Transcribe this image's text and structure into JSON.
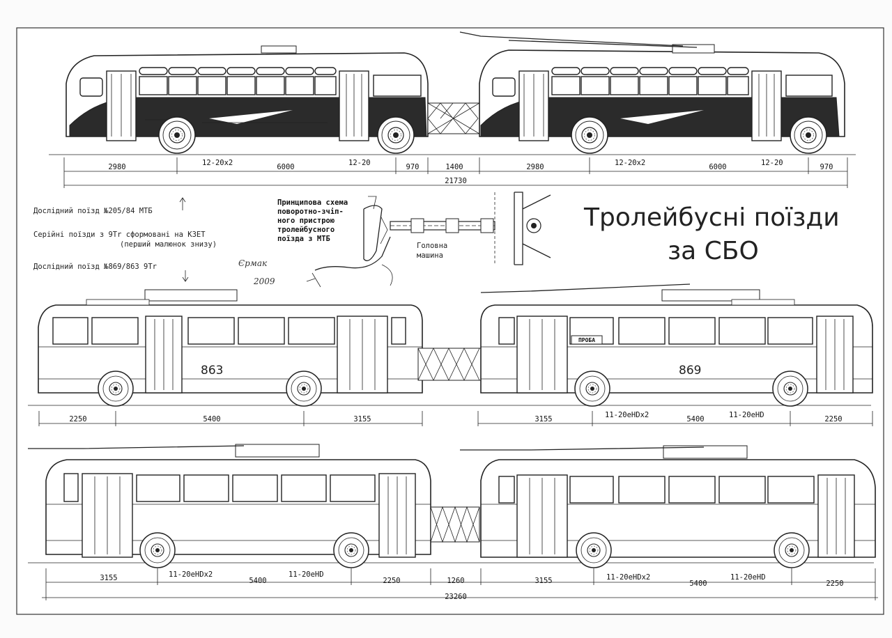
{
  "title": {
    "line1": "Тролейбусні поїзди",
    "line2": "за СБО"
  },
  "legend": {
    "item1": "Дослідний поїзд №205/84 МТБ",
    "item2": "Серійні поїзди з 9Тr сформовані на КЗЕТ",
    "item2_sub": "(перший малюнок знизу)",
    "item3": "Дослідний поїзд №869/863 9Тr"
  },
  "coupler_note": {
    "line1": "Принципова схема",
    "line2": "поворотно-зчіп-",
    "line3": "ного пристрою",
    "line4": "тролейбусного",
    "line5": "поїзда з МТБ",
    "lead_line1": "Головна",
    "lead_line2": "машина"
  },
  "signature": {
    "line1": "Єрмак",
    "line2": "2009"
  },
  "train1": {
    "dims": [
      "2980",
      "6000",
      "970",
      "1400",
      "2980",
      "6000",
      "970"
    ],
    "total": "21730",
    "tires": [
      "12-20x2",
      "12-20",
      "12-20x2",
      "12-20"
    ]
  },
  "train2": {
    "fleet_left": "863",
    "fleet_right": "869",
    "plate": "ПРОБА",
    "dims": [
      "2250",
      "5400",
      "3155",
      "3155",
      "5400",
      "2250"
    ],
    "tires": [
      "11-20eHDx2",
      "11-20eHD"
    ]
  },
  "train3": {
    "dims": [
      "3155",
      "5400",
      "2250",
      "1260",
      "3155",
      "5400",
      "2250"
    ],
    "total": "23260",
    "tires": [
      "11-20eHDx2",
      "11-20eHD",
      "11-20eHDx2",
      "11-20eHD"
    ]
  }
}
